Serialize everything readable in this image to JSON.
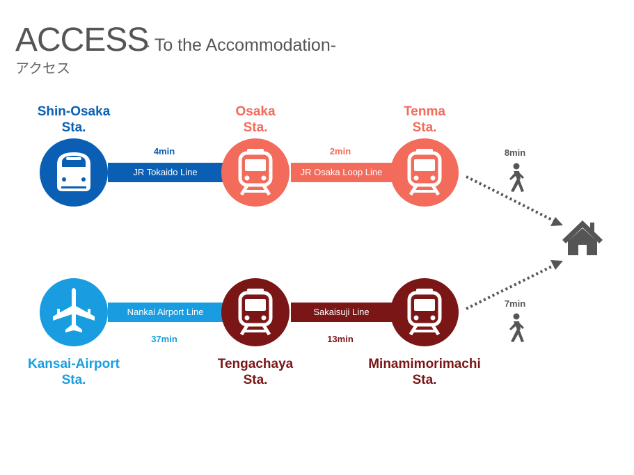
{
  "header": {
    "title": "ACCESS",
    "subtitle": "- To the Accommodation-",
    "japanese": "アクセス"
  },
  "colors": {
    "shinkansen_blue": "#0a5fb4",
    "jr_orange": "#f26b5b",
    "airport_cyan": "#1a9de0",
    "nankai_red": "#7a1616",
    "icon_gray": "#555555"
  },
  "stations": {
    "shin_osaka": {
      "name": "Shin-Osaka\nSta.",
      "icon": "bullet-train-icon"
    },
    "osaka": {
      "name": "Osaka\nSta.",
      "icon": "train-icon"
    },
    "tenma": {
      "name": "Tenma\nSta.",
      "icon": "train-icon"
    },
    "kansai_airport": {
      "name": "Kansai-Airport\nSta.",
      "icon": "airplane-icon"
    },
    "tengachaya": {
      "name": "Tengachaya\nSta.",
      "icon": "train-icon"
    },
    "minamimorimachi": {
      "name": "Minamimorimachi\nSta.",
      "icon": "train-icon"
    }
  },
  "lines": {
    "jr_tokaido": {
      "name": "JR Tokaido Line",
      "time": "4min"
    },
    "jr_osaka_loop": {
      "name": "JR Osaka Loop Line",
      "time": "2min"
    },
    "nankai_airport": {
      "name": "Nankai Airport Line",
      "time": "37min"
    },
    "sakaisuji": {
      "name": "Sakaisuji Line",
      "time": "13min"
    }
  },
  "walks": {
    "from_tenma": {
      "time": "8min",
      "icon": "walking-person-icon"
    },
    "from_minamimorimachi": {
      "time": "7min",
      "icon": "walking-person-icon"
    }
  },
  "destination": {
    "icon": "house-icon"
  }
}
